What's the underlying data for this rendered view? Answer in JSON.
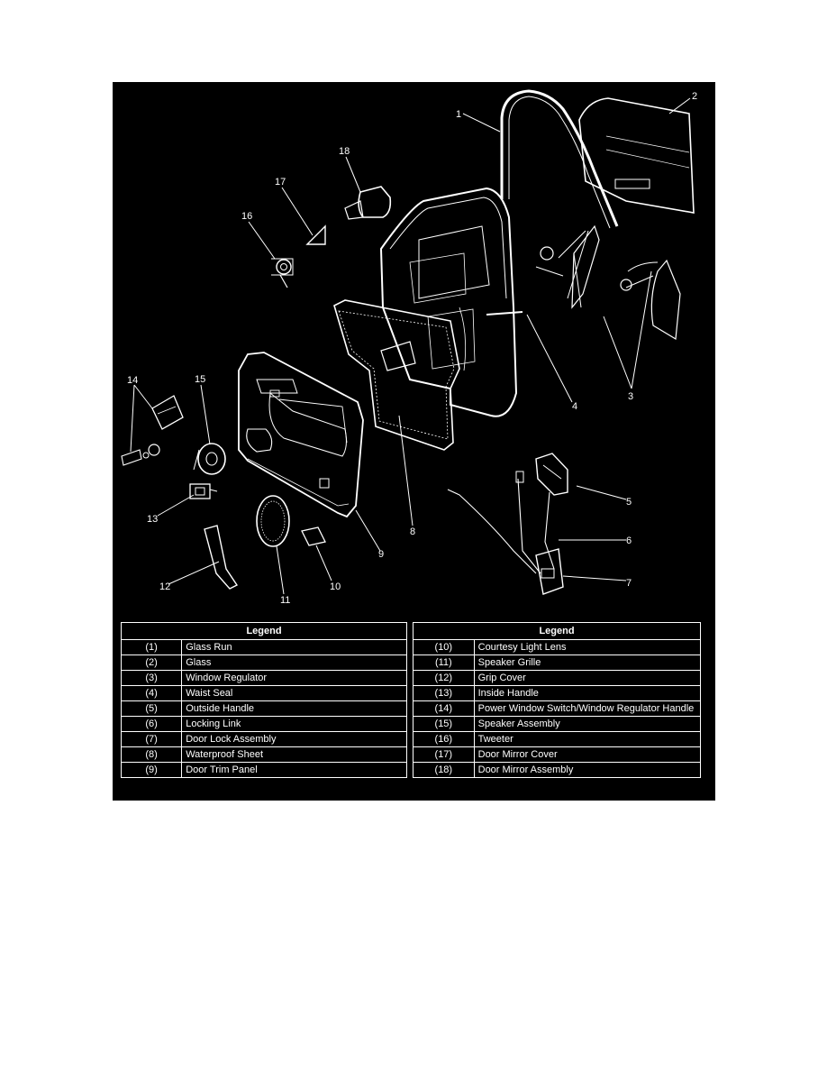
{
  "colors": {
    "figure_background": "#000000",
    "line": "#ffffff"
  },
  "callouts": {
    "c1": "1",
    "c2": "2",
    "c3": "3",
    "c4": "4",
    "c5": "5",
    "c6": "6",
    "c7": "7",
    "c8": "8",
    "c9": "9",
    "c10": "10",
    "c11": "11",
    "c12": "12",
    "c13": "13",
    "c14": "14",
    "c15": "15",
    "c16": "16",
    "c17": "17",
    "c18": "18"
  },
  "legend_left": {
    "title": "Legend",
    "rows": [
      {
        "num": "(1)",
        "name": "Glass Run"
      },
      {
        "num": "(2)",
        "name": "Glass"
      },
      {
        "num": "(3)",
        "name": "Window Regulator"
      },
      {
        "num": "(4)",
        "name": "Waist Seal"
      },
      {
        "num": "(5)",
        "name": "Outside Handle"
      },
      {
        "num": "(6)",
        "name": "Locking Link"
      },
      {
        "num": "(7)",
        "name": "Door Lock Assembly"
      },
      {
        "num": "(8)",
        "name": "Waterproof Sheet"
      },
      {
        "num": "(9)",
        "name": "Door Trim Panel"
      }
    ]
  },
  "legend_right": {
    "title": "Legend",
    "rows": [
      {
        "num": "(10)",
        "name": "Courtesy Light Lens"
      },
      {
        "num": "(11)",
        "name": "Speaker Grille"
      },
      {
        "num": "(12)",
        "name": "Grip Cover"
      },
      {
        "num": "(13)",
        "name": "Inside Handle"
      },
      {
        "num": "(14)",
        "name": "Power Window Switch/Window Regulator Handle"
      },
      {
        "num": "(15)",
        "name": "Speaker Assembly"
      },
      {
        "num": "(16)",
        "name": "Tweeter"
      },
      {
        "num": "(17)",
        "name": "Door Mirror Cover"
      },
      {
        "num": "(18)",
        "name": "Door Mirror Assembly"
      }
    ]
  }
}
